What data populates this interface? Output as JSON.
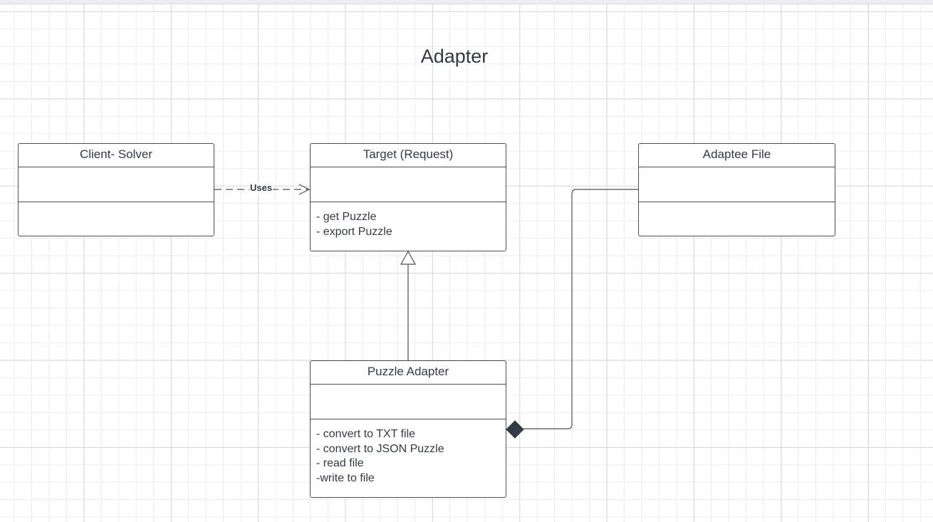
{
  "diagram": {
    "title": "Adapter",
    "classes": {
      "client": {
        "name": "Client- Solver",
        "operations": []
      },
      "target": {
        "name": "Target (Request)",
        "operations": [
          "- get Puzzle",
          "- export Puzzle"
        ]
      },
      "adaptee": {
        "name": "Adaptee File",
        "operations": []
      },
      "adapter": {
        "name": "Puzzle Adapter",
        "operations": [
          "- convert to TXT file",
          "- convert to JSON Puzzle",
          "- read file",
          "-write to file"
        ]
      }
    },
    "relationships": [
      {
        "type": "dependency",
        "from": "Client- Solver",
        "to": "Target (Request)",
        "label": "Uses"
      },
      {
        "type": "generalization",
        "from": "Puzzle Adapter",
        "to": "Target (Request)"
      },
      {
        "type": "composition",
        "from": "Adaptee File",
        "to": "Puzzle Adapter"
      }
    ]
  },
  "colors": {
    "line": "#4a4f57",
    "text": "#333a45",
    "grid": "#d6d8dc",
    "diamond": "#333a45"
  }
}
